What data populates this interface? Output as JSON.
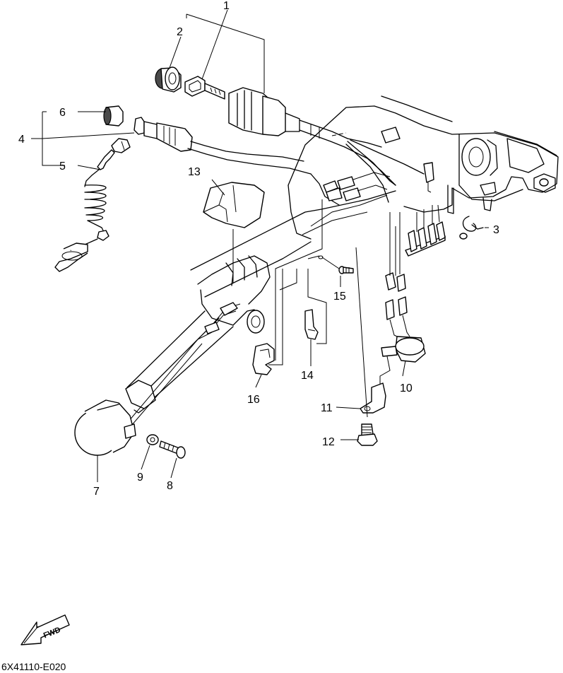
{
  "diagram": {
    "callouts": {
      "c1": "1",
      "c2": "2",
      "c3": "3",
      "c4": "4",
      "c5": "5",
      "c6": "6",
      "c7": "7",
      "c8": "8",
      "c9": "9",
      "c10": "10",
      "c11": "11",
      "c12": "12",
      "c13": "13",
      "c14": "14",
      "c15": "15",
      "c16": "16"
    },
    "fwd_label": "FWD",
    "drawing_code": "6X41110-E020"
  }
}
